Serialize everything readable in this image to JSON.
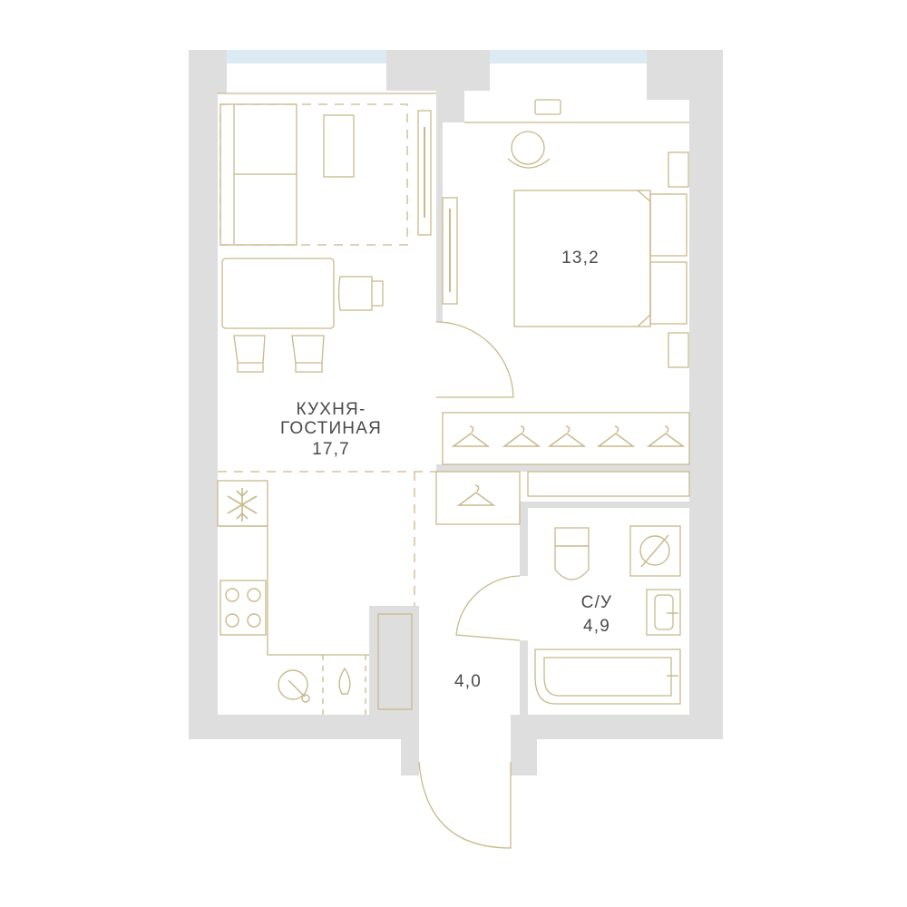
{
  "rooms": {
    "living": {
      "line1": "КУХНЯ-",
      "line2": "ГОСТИНАЯ",
      "area": "17,7"
    },
    "bedroom": {
      "area": "13,2"
    },
    "hall": {
      "area": "4,0"
    },
    "bathroom": {
      "label": "С/У",
      "area": "4,9"
    }
  },
  "colors": {
    "wall": "#dededf",
    "window": "#dcebf3",
    "furniture": "#c8b98a",
    "text": "#4a4a4a"
  },
  "icons": [
    "snowflake-icon",
    "cooktop-icon",
    "hanger-icon",
    "washing-machine-icon",
    "faucet-icon"
  ]
}
